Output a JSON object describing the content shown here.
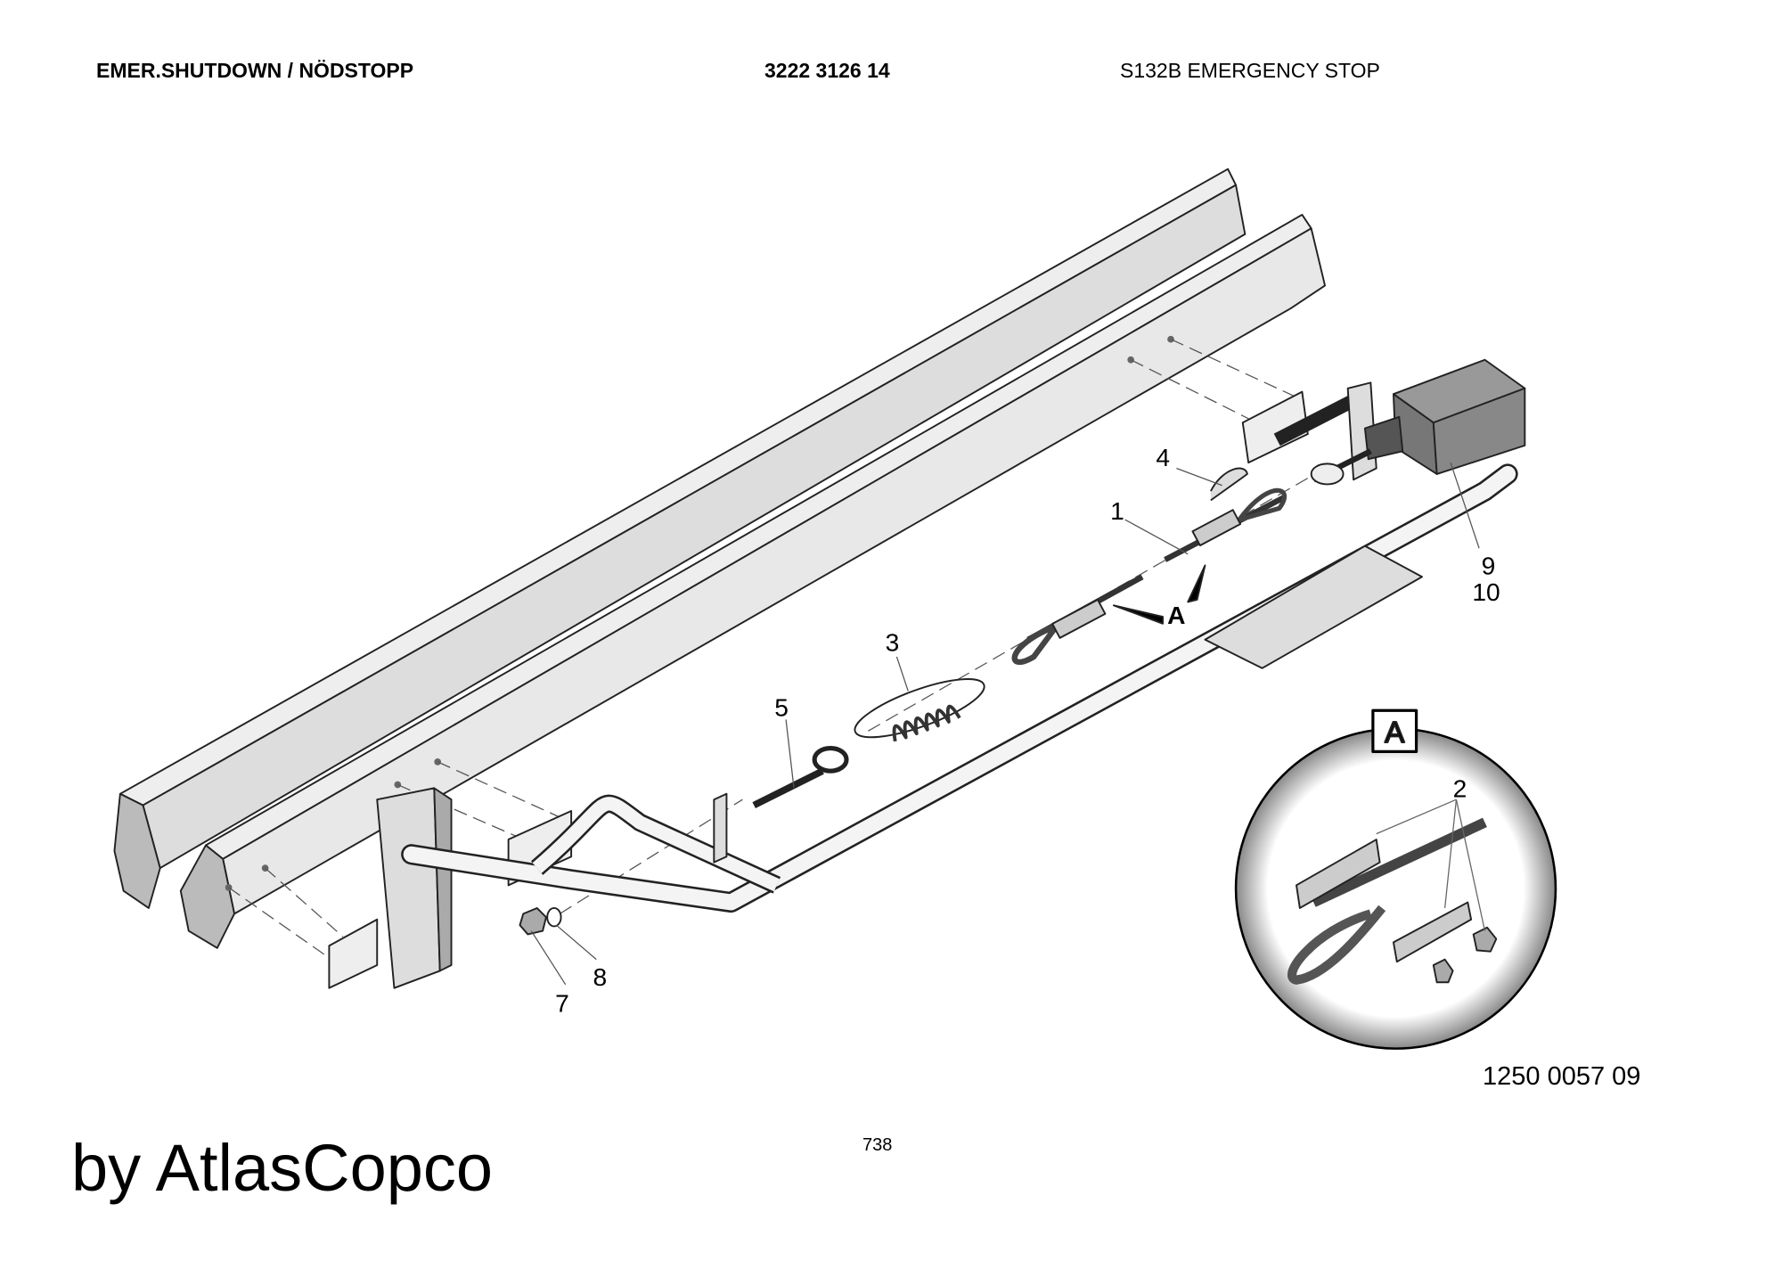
{
  "header": {
    "section": "EMER.SHUTDOWN / NÖDSTOPP",
    "part_number": "3222 3126 14",
    "description": "S132B EMERGENCY STOP"
  },
  "diagram": {
    "callouts": {
      "c1": "1",
      "c2": "2",
      "c3": "3",
      "c4": "4",
      "c5": "5",
      "c7": "7",
      "c8": "8",
      "c9": "9",
      "c10": "10"
    },
    "detail_marker": "A",
    "detail_box_label": "A",
    "drawing_number": "1250 0057 09"
  },
  "footer": {
    "page_number": "738",
    "brand": "by AtlasCopco"
  }
}
